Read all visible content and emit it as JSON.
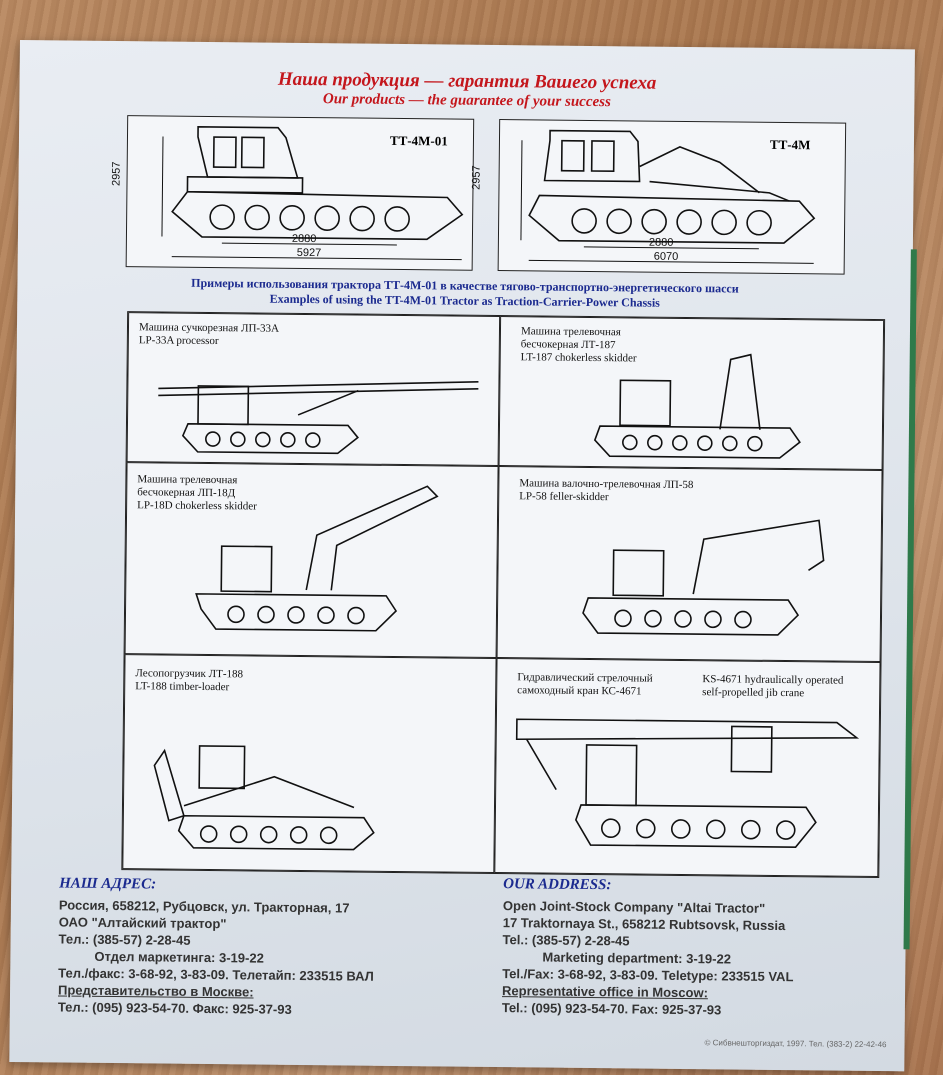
{
  "header": {
    "title_ru": "Наша продукция — гарантия Вашего успеха",
    "title_en": "Our products — the guarantee of your success"
  },
  "specs": [
    {
      "model": "ТТ-4М-01",
      "height": "2957",
      "track": "2880",
      "length": "5927"
    },
    {
      "model": "ТТ-4М",
      "height": "2957",
      "track": "2880",
      "length": "6070"
    }
  ],
  "examples": {
    "ru": "Примеры использования трактора ТТ-4М-01 в качестве тягово-транспортно-энергетического шасси",
    "en": "Examples of using the TT-4M-01 Tractor as Traction-Carrier-Power Chassis"
  },
  "machines": [
    {
      "ru": "Машина сучкорезная ЛП-33А",
      "ru2": "",
      "en": "LP-33A processor",
      "en2": ""
    },
    {
      "ru": "Машина трелевочная",
      "ru2": "бесчокерная ЛТ-187",
      "en": "LT-187 chokerless skidder",
      "en2": ""
    },
    {
      "ru": "Машина трелевочная",
      "ru2": "бесчокерная ЛП-18Д",
      "en": "LP-18D chokerless skidder",
      "en2": ""
    },
    {
      "ru": "Машина валочно-трелевочная ЛП-58",
      "ru2": "",
      "en": "LP-58 feller-skidder",
      "en2": ""
    },
    {
      "ru": "Лесопогрузчик ЛТ-188",
      "ru2": "",
      "en": "LT-188 timber-loader",
      "en2": ""
    },
    {
      "ru": "Гидравлический стрелочный",
      "ru2": "самоходный кран КС-4671",
      "en": "KS-4671 hydraulically operated",
      "en2": "self-propelled jib crane"
    }
  ],
  "address_ru": {
    "caption": "НАШ АДРЕС:",
    "lines": [
      "Россия, 658212, Рубцовск, ул. Тракторная, 17",
      "ОАО \"Алтайский трактор\"",
      "Тел.: (385-57) 2-28-45",
      "Отдел маркетинга: 3-19-22",
      "Тел./факс: 3-68-92, 3-83-09. Телетайп: 233515 ВАЛ",
      "Представительство в Москве:",
      "Тел.: (095) 923-54-70. Факс: 925-37-93"
    ]
  },
  "address_en": {
    "caption": "OUR ADDRESS:",
    "lines": [
      "Open Joint-Stock Company \"Altai Tractor\"",
      "17 Traktornaya St., 658212 Rubtsovsk, Russia",
      "Tel.: (385-57) 2-28-45",
      "Marketing department: 3-19-22",
      "Tel./Fax: 3-68-92, 3-83-09. Teletype: 233515 VAL",
      "Representative office in Moscow:",
      "Tel.: (095) 923-54-70. Fax: 925-37-93"
    ]
  },
  "copyright": "© Сибвнешторгиздат, 1997. Тел. (383-2) 22-42-46",
  "colors": {
    "heading_red": "#c4161c",
    "caption_blue": "#1b2a8f"
  }
}
